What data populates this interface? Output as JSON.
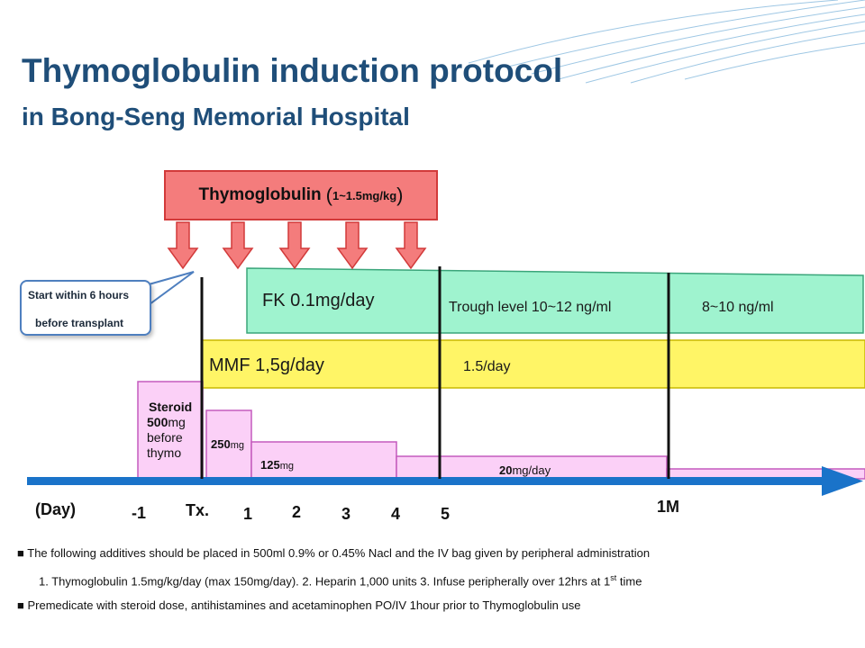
{
  "title": {
    "line1": "Thymoglobulin induction protocol",
    "line2": "in Bong-Seng Memorial Hospital"
  },
  "thymoglobulin": {
    "label": "Thymoglobulin",
    "paren_open": "(",
    "dose": "1~1.5mg/kg",
    "paren_close": ")"
  },
  "callout": {
    "line1": "Start within 6 hours",
    "line2": "before transplant"
  },
  "fk": {
    "label": "FK 0.1mg/day",
    "trough": "Trough level 10~12 ng/ml",
    "trough_later": "8~10 ng/ml"
  },
  "mmf": {
    "label": "MMF 1,5g/day",
    "later": "1.5/day"
  },
  "steroid": {
    "name": "Steroid",
    "dose_num": "500",
    "dose_unit": "mg",
    "line3": "before",
    "line4": "thymo",
    "step2_num": "250",
    "step2_unit": "mg",
    "step3_num": "125",
    "step3_unit": "mg",
    "step4_num": "20",
    "step4_unit": "mg/day"
  },
  "timeline": {
    "unit_label": "(Day)",
    "ticks": [
      "-1",
      "Tx.",
      "1",
      "2",
      "3",
      "4",
      "5",
      "1M"
    ]
  },
  "notes": {
    "bullet": "■",
    "line1": "The following additives should be placed in 500ml 0.9% or 0.45% Nacl and the IV bag given by peripheral administration",
    "line2a": "1. Thymoglobulin 1.5mg/kg/day (max 150mg/day).  2. Heparin 1,000 units  3. Infuse peripherally over 12hrs at 1",
    "line2sup": "st",
    "line2b": " time",
    "line3": "Premedicate with steroid dose, antihistamines and acetaminophen PO/IV 1hour prior to Thymoglobulin use"
  },
  "colors": {
    "title": "#1f4e79",
    "thymoglobulin_fill": "#f47c7c",
    "fk_fill": "#9ff3cf",
    "mmf_fill": "#fff566",
    "steroid_fill": "#fbd0f7",
    "timeline_arrow": "#1a73c9"
  }
}
